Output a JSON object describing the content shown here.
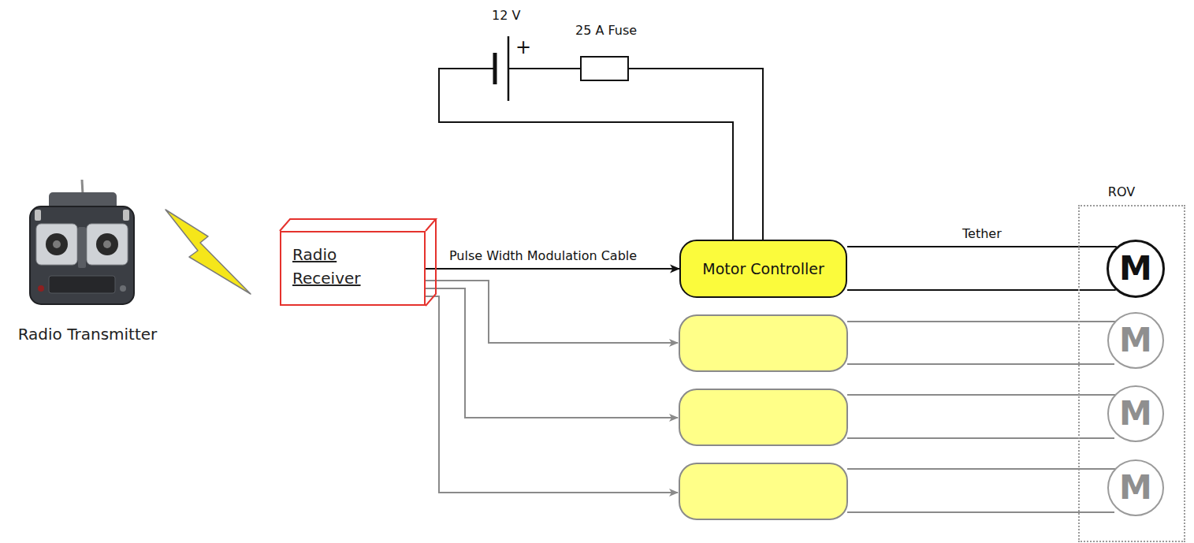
{
  "diagram": {
    "nodes": [
      {
        "text": [
          "Radio Transmitter"
        ]
      },
      {
        "text": [
          "Radio Receiver"
        ]
      },
      {
        "text": [
          "Motor Controller"
        ]
      },
      {
        "text": [
          "ROV"
        ]
      },
      {
        "text": [
          "M"
        ],
        "in": 3
      },
      {
        "text": [
          "M"
        ],
        "in": 3
      },
      {
        "text": [
          "M"
        ],
        "in": 3
      },
      {
        "text": [
          "M"
        ],
        "in": 3
      }
    ],
    "edges": [
      {
        "from": 1,
        "to": 2,
        "arrow": "to",
        "label": "Pulse Width Modulation Cable"
      },
      {
        "from": 2,
        "to": 4,
        "arrow": "none",
        "label": "Tether"
      }
    ],
    "labels": [
      "12 V",
      "+",
      "25 A Fuse"
    ]
  }
}
